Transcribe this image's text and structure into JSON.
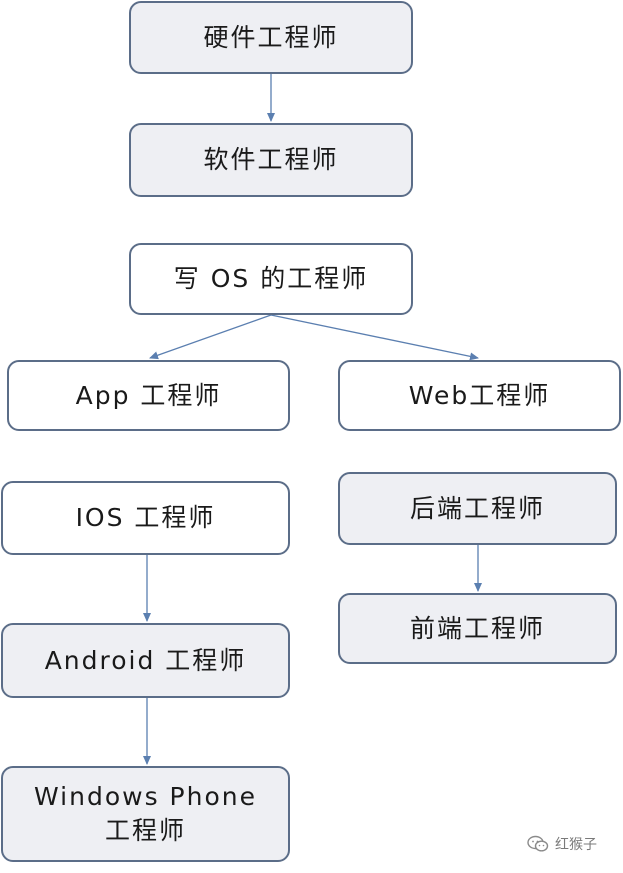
{
  "nodes": {
    "hardware": "硬件工程师",
    "software": "软件工程师",
    "os": "写 OS 的工程师",
    "app": "App 工程师",
    "web": "Web工程师",
    "ios": "IOS 工程师",
    "android": "Android 工程师",
    "winphone_line1": "Windows Phone",
    "winphone_line2": "工程师",
    "backend": "后端工程师",
    "frontend": "前端工程师"
  },
  "edges": [
    [
      "hardware",
      "software"
    ],
    [
      "os",
      "app"
    ],
    [
      "os",
      "web"
    ],
    [
      "ios",
      "android"
    ],
    [
      "android",
      "winphone"
    ],
    [
      "backend",
      "frontend"
    ]
  ],
  "watermark": {
    "icon": "wechat-icon",
    "text": "红猴子"
  },
  "colors": {
    "border": "#5b6d88",
    "arrow": "#5b7fb0",
    "fill_gray": "#eeeff3",
    "fill_white": "#ffffff"
  }
}
